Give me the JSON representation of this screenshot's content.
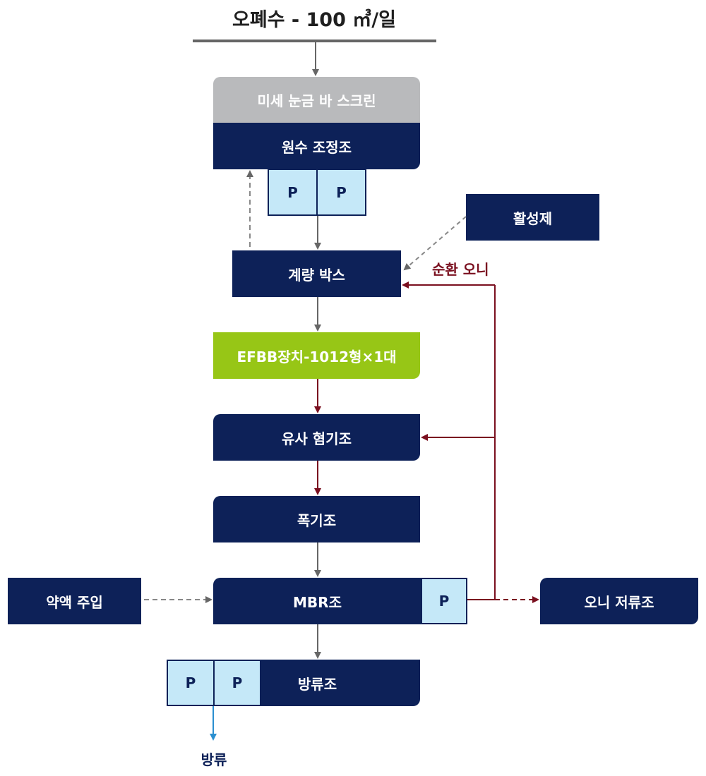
{
  "header": {
    "title": "오폐수 - 100 ㎥/일"
  },
  "nodes": {
    "screen": "미세 눈금 바 스크린",
    "equalization": "원수 조정조",
    "activator": "활성제",
    "metering_box": "계량 박스",
    "efbb": "EFBB장치-1012형×1대",
    "anaerobic": "유사 혐기조",
    "aeration": "폭기조",
    "chemical": "약액 주입",
    "mbr": "MBR조",
    "sludge_storage": "오니 저류조",
    "discharge_tank": "방류조"
  },
  "labels": {
    "return_sludge": "순환 오니",
    "discharge": "방류",
    "pump": "P"
  },
  "colors": {
    "navy": "#0d2158",
    "grey": "#b9babc",
    "green": "#97c616",
    "pump_fill": "#c5e8f8",
    "flow_arrow": "#666666",
    "sludge_arrow": "#7a0f1f",
    "discharge_arrow": "#2a8fd0"
  }
}
